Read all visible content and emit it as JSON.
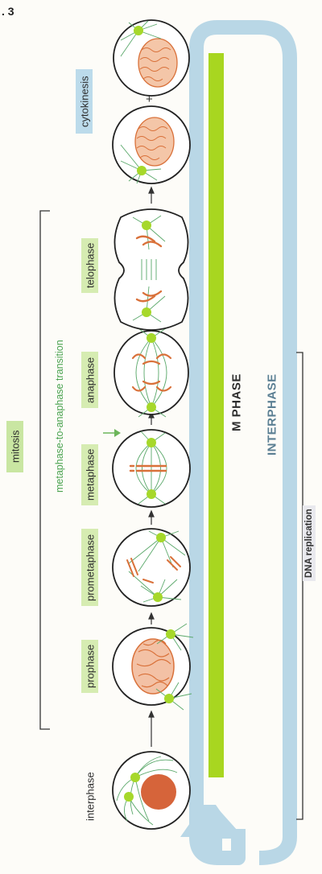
{
  "figure_number": ". 3",
  "labels": {
    "mitosis": "mitosis",
    "transition": "metaphase-to-anaphase transition",
    "m_phase": "M PHASE",
    "interphase_band": "INTERPHASE",
    "dna_replication": "DNA replication",
    "plus_sign": "+"
  },
  "stages": [
    {
      "label": "interphase"
    },
    {
      "label": "prophase"
    },
    {
      "label": "prometaphase"
    },
    {
      "label": "metaphase"
    },
    {
      "label": "anaphase"
    },
    {
      "label": "telophase"
    },
    {
      "label": "cytokinesis"
    }
  ],
  "colors": {
    "m_phase_bar": "#a8d620",
    "interphase_loop": "#b9d7e6",
    "stage_tag": "#d6ecb2",
    "transition_arrow": "#6cb55a",
    "chromosome": "#d9713a",
    "centrosome": "#a6d82a",
    "spindle": "#5aa86a"
  }
}
